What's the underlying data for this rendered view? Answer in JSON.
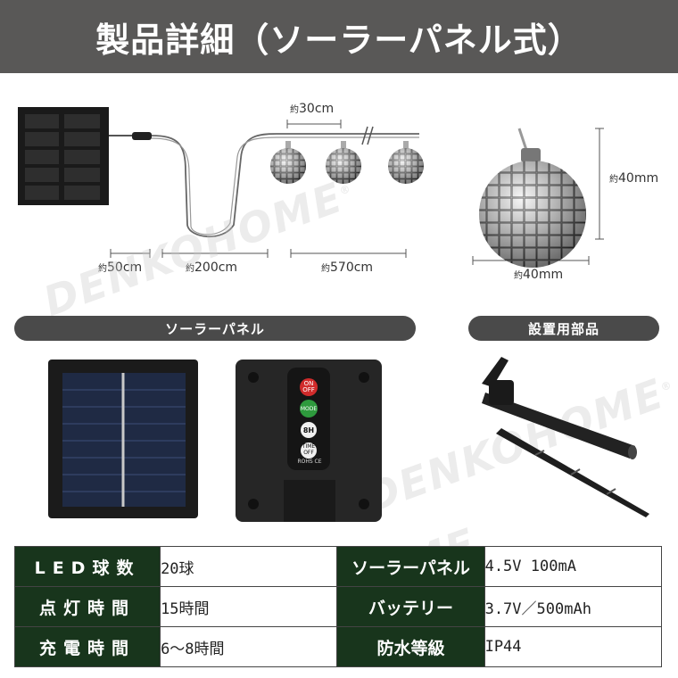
{
  "header": {
    "title": "製品詳細（ソーラーパネル式）"
  },
  "top_diagram": {
    "dim_bulb_spacing": {
      "approx": "約",
      "value": "30cm"
    },
    "dim_lead": {
      "approx": "約",
      "value": "50cm"
    },
    "dim_cable": {
      "approx": "約",
      "value": "200cm"
    },
    "dim_lights": {
      "approx": "約",
      "value": "570cm"
    },
    "dim_ball_height": {
      "approx": "約",
      "value": "40mm"
    },
    "dim_ball_width": {
      "approx": "約",
      "value": "40mm"
    }
  },
  "watermark": {
    "text": "DENKOHOME",
    "registered": "®"
  },
  "sections": {
    "solar_panel_label": "ソーラーパネル",
    "parts_label": "設置用部品"
  },
  "panel_back": {
    "on_off": "ON OFF",
    "mode": "MODE",
    "eight_h": "8H",
    "time_off": "TIME OFF",
    "marks": "ROHS CE"
  },
  "specs": [
    {
      "label": "LED球数",
      "value": "20球",
      "label2": "ソーラーパネル",
      "value2": "4.5V 100mA"
    },
    {
      "label": "点灯時間",
      "value": "15時間",
      "label2": "バッテリー",
      "value2": "3.7V／500mAh"
    },
    {
      "label": "充電時間",
      "value": "6～8時間",
      "label2": "防水等級",
      "value2": "IP44"
    }
  ]
}
